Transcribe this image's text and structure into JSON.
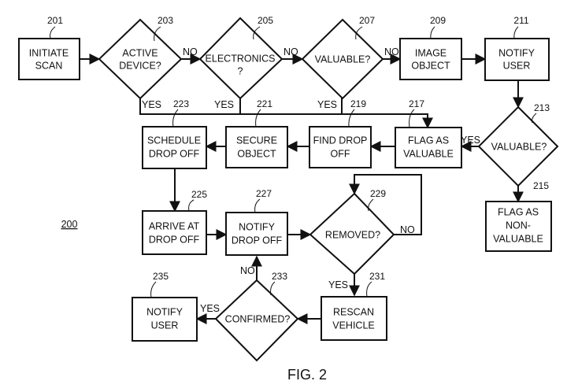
{
  "diagram": {
    "figure_label": "FIG. 2",
    "diagram_ref": "200",
    "nodes": {
      "n201": {
        "ref": "201",
        "line1": "INITIATE",
        "line2": "SCAN"
      },
      "n203": {
        "ref": "203",
        "line1": "ACTIVE",
        "line2": "DEVICE?"
      },
      "n205": {
        "ref": "205",
        "line1": "ELECTRONICS",
        "line2": "?"
      },
      "n207": {
        "ref": "207",
        "line1": "VALUABLE?"
      },
      "n209": {
        "ref": "209",
        "line1": "IMAGE",
        "line2": "OBJECT"
      },
      "n211": {
        "ref": "211",
        "line1": "NOTIFY",
        "line2": "USER"
      },
      "n213": {
        "ref": "213",
        "line1": "VALUABLE?"
      },
      "n215": {
        "ref": "215",
        "line1": "FLAG AS",
        "line2": "NON-",
        "line3": "VALUABLE"
      },
      "n217": {
        "ref": "217",
        "line1": "FLAG AS",
        "line2": "VALUABLE"
      },
      "n219": {
        "ref": "219",
        "line1": "FIND DROP",
        "line2": "OFF"
      },
      "n221": {
        "ref": "221",
        "line1": "SECURE",
        "line2": "OBJECT"
      },
      "n223": {
        "ref": "223",
        "line1": "SCHEDULE",
        "line2": "DROP OFF"
      },
      "n225": {
        "ref": "225",
        "line1": "ARRIVE AT",
        "line2": "DROP OFF"
      },
      "n227": {
        "ref": "227",
        "line1": "NOTIFY",
        "line2": "DROP OFF"
      },
      "n229": {
        "ref": "229",
        "line1": "REMOVED?"
      },
      "n231": {
        "ref": "231",
        "line1": "RESCAN",
        "line2": "VEHICLE"
      },
      "n233": {
        "ref": "233",
        "line1": "CONFIRMED?"
      },
      "n235": {
        "ref": "235",
        "line1": "NOTIFY",
        "line2": "USER"
      }
    },
    "edges": {
      "e203_no": "NO",
      "e205_no": "NO",
      "e207_no": "NO",
      "e203_yes": "YES",
      "e205_yes": "YES",
      "e207_yes": "YES",
      "e213_yes": "YES",
      "e229_no": "NO",
      "e229_yes": "YES",
      "e233_no": "NO",
      "e233_yes": "YES"
    }
  }
}
